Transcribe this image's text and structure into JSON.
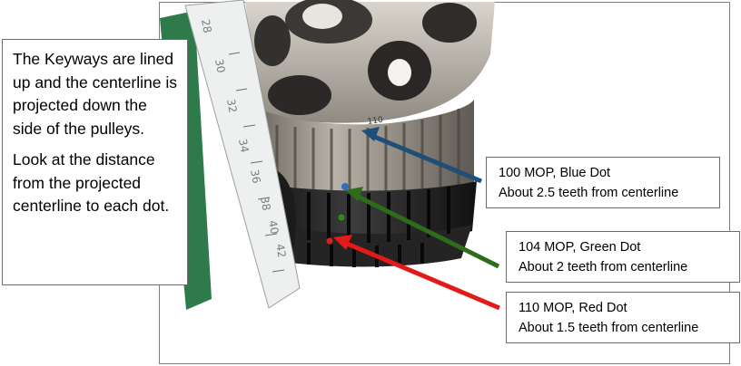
{
  "intro": {
    "paragraph1": "The Keyways are lined up and the centerline is projected down the side of the pulleys.",
    "paragraph2": "Look at the distance from the projected centerline to each dot."
  },
  "callouts": [
    {
      "title": "100 MOP, Blue Dot",
      "detail": "About 2.5 teeth from centerline",
      "color": "#1f4e79"
    },
    {
      "title": "104 MOP, Green Dot",
      "detail": "About 2 teeth from centerline",
      "color": "#2e6b1a"
    },
    {
      "title": "110 MOP, Red Dot",
      "detail": "About 1.5 teeth from centerline",
      "color": "#e41a1a"
    }
  ],
  "ruler_tick_labels": [
    "28",
    "30",
    "32",
    "34",
    "36",
    "38",
    "40",
    "42"
  ],
  "pulley_mark": "110"
}
